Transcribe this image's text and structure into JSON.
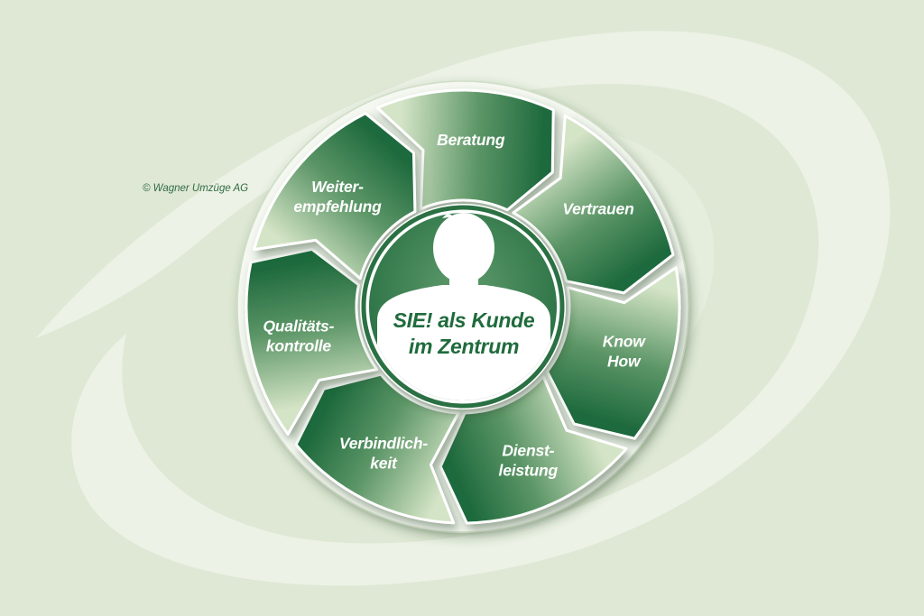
{
  "center": {
    "line1": "SIE! als Kunde",
    "line2": "im Zentrum"
  },
  "segments": [
    {
      "lines": [
        "Beratung"
      ]
    },
    {
      "lines": [
        "Vertrauen"
      ]
    },
    {
      "lines": [
        "Know",
        "How"
      ]
    },
    {
      "lines": [
        "Dienst-",
        "leistung"
      ]
    },
    {
      "lines": [
        "Verbindlich-",
        "keit"
      ]
    },
    {
      "lines": [
        "Qualitäts-",
        "kontrolle"
      ]
    },
    {
      "lines": [
        "Weiter-",
        "empfehlung"
      ]
    }
  ],
  "copyright": "© Wagner Umzüge AG",
  "colors": {
    "background": "#dfe8d5",
    "swoosh": "#eef3e8",
    "segment_dark": "#1e6a3d",
    "segment_light": "#d4e4c6",
    "center_text": "#1f6b3c"
  }
}
